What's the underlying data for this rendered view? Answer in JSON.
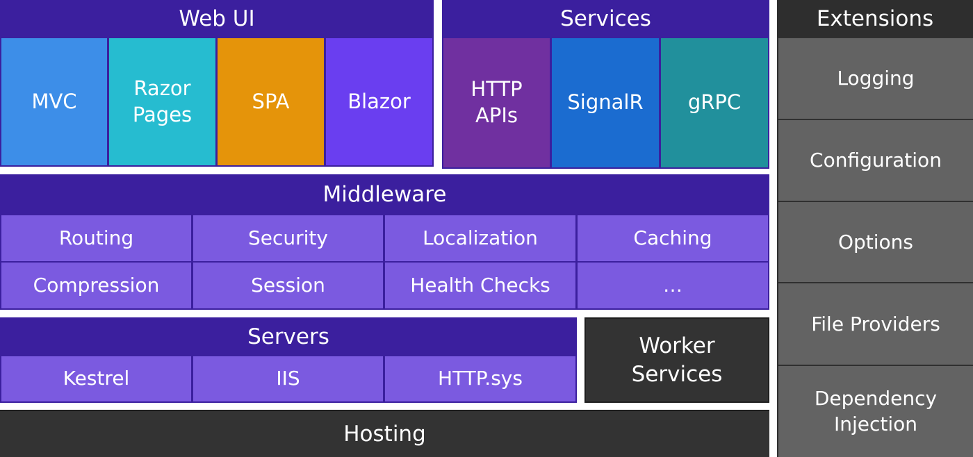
{
  "web_ui": {
    "title": "Web UI",
    "items": [
      {
        "label": "MVC",
        "color": "#3d8ee8"
      },
      {
        "label": "Razor\nPages",
        "color": "#26bcd0"
      },
      {
        "label": "SPA",
        "color": "#e5940a"
      },
      {
        "label": "Blazor",
        "color": "#6a3ef0"
      }
    ]
  },
  "services": {
    "title": "Services",
    "items": [
      {
        "label": "HTTP\nAPIs",
        "color": "#7030a0"
      },
      {
        "label": "SignalR",
        "color": "#1b6cd0"
      },
      {
        "label": "gRPC",
        "color": "#21909c"
      }
    ]
  },
  "middleware": {
    "title": "Middleware",
    "row1": [
      "Routing",
      "Security",
      "Localization",
      "Caching"
    ],
    "row2": [
      "Compression",
      "Session",
      "Health Checks",
      "…"
    ]
  },
  "servers": {
    "title": "Servers",
    "items": [
      "Kestrel",
      "IIS",
      "HTTP.sys"
    ]
  },
  "worker_services": "Worker\nServices",
  "hosting": "Hosting",
  "extensions": {
    "title": "Extensions",
    "items": [
      "Logging",
      "Configuration",
      "Options",
      "File Providers",
      "Dependency\nInjection"
    ]
  }
}
